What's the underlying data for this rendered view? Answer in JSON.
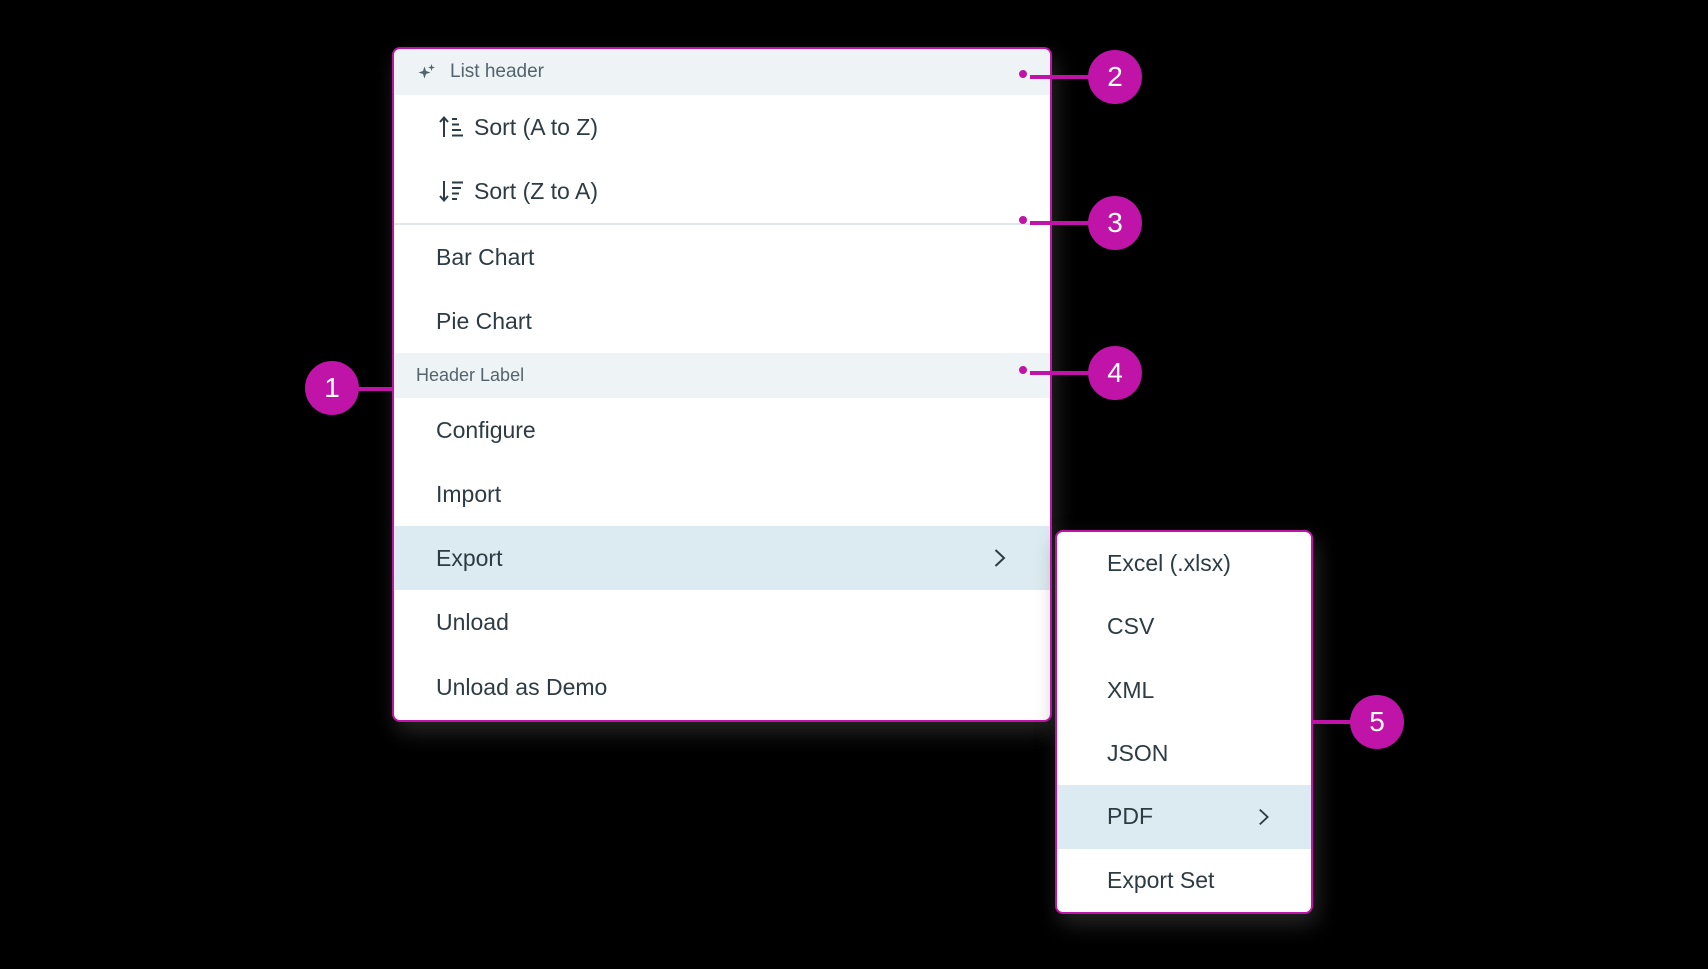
{
  "colors": {
    "accent_magenta": "#c013a8",
    "item_text": "#2c3b44",
    "header_text": "#54646d",
    "header_background": "#eef4f6",
    "highlight_background": "#dcebf1",
    "separator": "#dde7ec",
    "menu_background": "#ffffff",
    "page_background": "#000000"
  },
  "main_menu": {
    "items": [
      {
        "type": "header",
        "label": "List header",
        "icon": "sparkles-icon"
      },
      {
        "type": "item",
        "label": "Sort (A to Z)",
        "icon": "sort-ascending-icon"
      },
      {
        "type": "item",
        "label": "Sort (Z to A)",
        "icon": "sort-descending-icon"
      },
      {
        "type": "separator"
      },
      {
        "type": "item",
        "label": "Bar Chart"
      },
      {
        "type": "item",
        "label": "Pie Chart"
      },
      {
        "type": "header",
        "label": "Header Label"
      },
      {
        "type": "item",
        "label": "Configure"
      },
      {
        "type": "item",
        "label": "Import"
      },
      {
        "type": "item",
        "label": "Export",
        "state": "highlighted",
        "icon_right": "chevron-right-icon"
      },
      {
        "type": "item",
        "label": "Unload"
      },
      {
        "type": "item",
        "label": "Unload as Demo"
      }
    ]
  },
  "sub_menu": {
    "items": [
      {
        "type": "item",
        "label": "Excel (.xlsx)"
      },
      {
        "type": "item",
        "label": "CSV"
      },
      {
        "type": "item",
        "label": "XML"
      },
      {
        "type": "item",
        "label": "JSON"
      },
      {
        "type": "item",
        "label": "PDF",
        "state": "highlighted",
        "icon_right": "chevron-right-icon"
      },
      {
        "type": "item",
        "label": "Export Set"
      }
    ]
  },
  "callouts": [
    {
      "number": "1",
      "points_to": "section-header-left"
    },
    {
      "number": "2",
      "points_to": "list-header"
    },
    {
      "number": "3",
      "points_to": "separator"
    },
    {
      "number": "4",
      "points_to": "header-label"
    },
    {
      "number": "5",
      "points_to": "export-submenu"
    }
  ]
}
